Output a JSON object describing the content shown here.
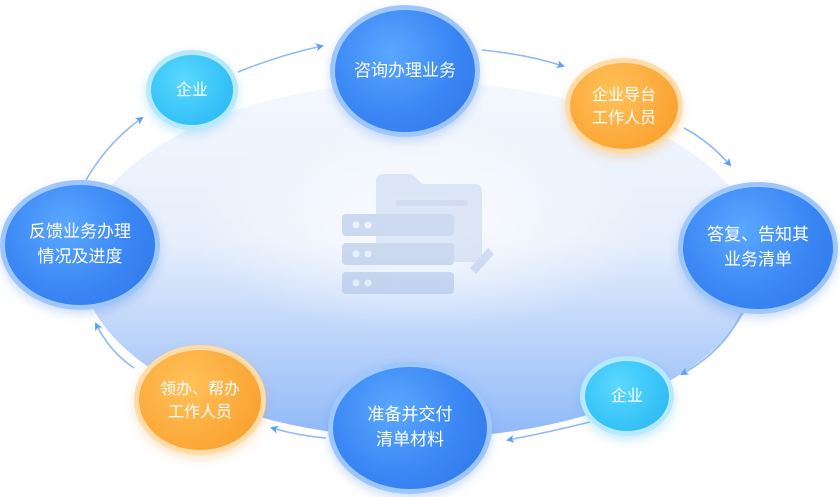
{
  "colors": {
    "blue": "#3a86f4",
    "orange": "#fca93a",
    "cyan": "#37c3f7",
    "arrow": "#5d9ff2",
    "ellipse_top": "#f2f7fe",
    "ellipse_bottom": "#8db8f8"
  },
  "center_icon": "document-server-icon",
  "nodes": {
    "consult": "咨询办理业务",
    "guide": "企业导台\n工作人员",
    "reply": "答复、告知其\n业务清单",
    "enterprise_right": "企业",
    "prepare": "准备并交付\n清单材料",
    "assist": "领办、帮办\n工作人员",
    "feedback": "反馈业务办理\n情况及进度",
    "enterprise_left": "企业"
  }
}
